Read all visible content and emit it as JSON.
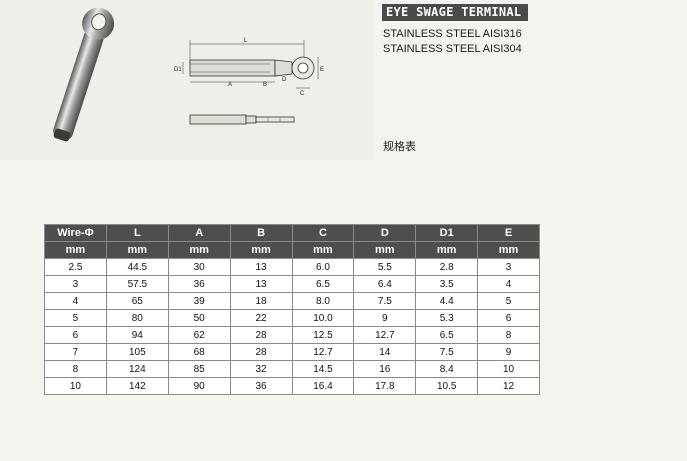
{
  "product": {
    "title": "EYE SWAGE TERMINAL",
    "materials": [
      "STAINLESS STEEL AISI316",
      "STAINLESS STEEL AISI304"
    ],
    "section_label": "规格表"
  },
  "diagram": {
    "labels": {
      "L": "L",
      "A": "A",
      "B": "B",
      "C": "C",
      "D": "D",
      "D1": "D1",
      "E": "E"
    }
  },
  "table": {
    "headers": [
      "Wire-Φ",
      "L",
      "A",
      "B",
      "C",
      "D",
      "D1",
      "E"
    ],
    "units": [
      "mm",
      "mm",
      "mm",
      "mm",
      "mm",
      "mm",
      "mm",
      "mm"
    ],
    "rows": [
      [
        "2.5",
        "44.5",
        "30",
        "13",
        "6.0",
        "5.5",
        "2.8",
        "3"
      ],
      [
        "3",
        "57.5",
        "36",
        "13",
        "6.5",
        "6.4",
        "3.5",
        "4"
      ],
      [
        "4",
        "65",
        "39",
        "18",
        "8.0",
        "7.5",
        "4.4",
        "5"
      ],
      [
        "5",
        "80",
        "50",
        "22",
        "10.0",
        "9",
        "5.3",
        "6"
      ],
      [
        "6",
        "94",
        "62",
        "28",
        "12.5",
        "12.7",
        "6.5",
        "8"
      ],
      [
        "7",
        "105",
        "68",
        "28",
        "12.7",
        "14",
        "7.5",
        "9"
      ],
      [
        "8",
        "124",
        "85",
        "32",
        "14.5",
        "16",
        "8.4",
        "10"
      ],
      [
        "10",
        "142",
        "90",
        "36",
        "16.4",
        "17.8",
        "10.5",
        "12"
      ]
    ]
  }
}
